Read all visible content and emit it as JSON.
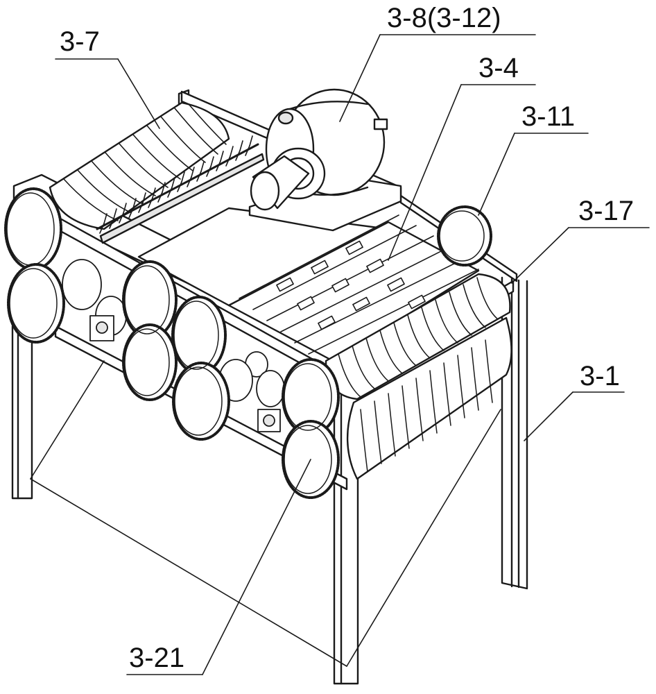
{
  "labels": {
    "l_3_7": "3-7",
    "l_3_8": "3-8(3-12)",
    "l_3_4": "3-4",
    "l_3_11": "3-11",
    "l_3_17": "3-17",
    "l_3_1": "3-1",
    "l_3_21": "3-21"
  },
  "colors": {
    "line": "#1a1a1a",
    "fill": "#ffffff",
    "shade": "#e6e6e6"
  }
}
